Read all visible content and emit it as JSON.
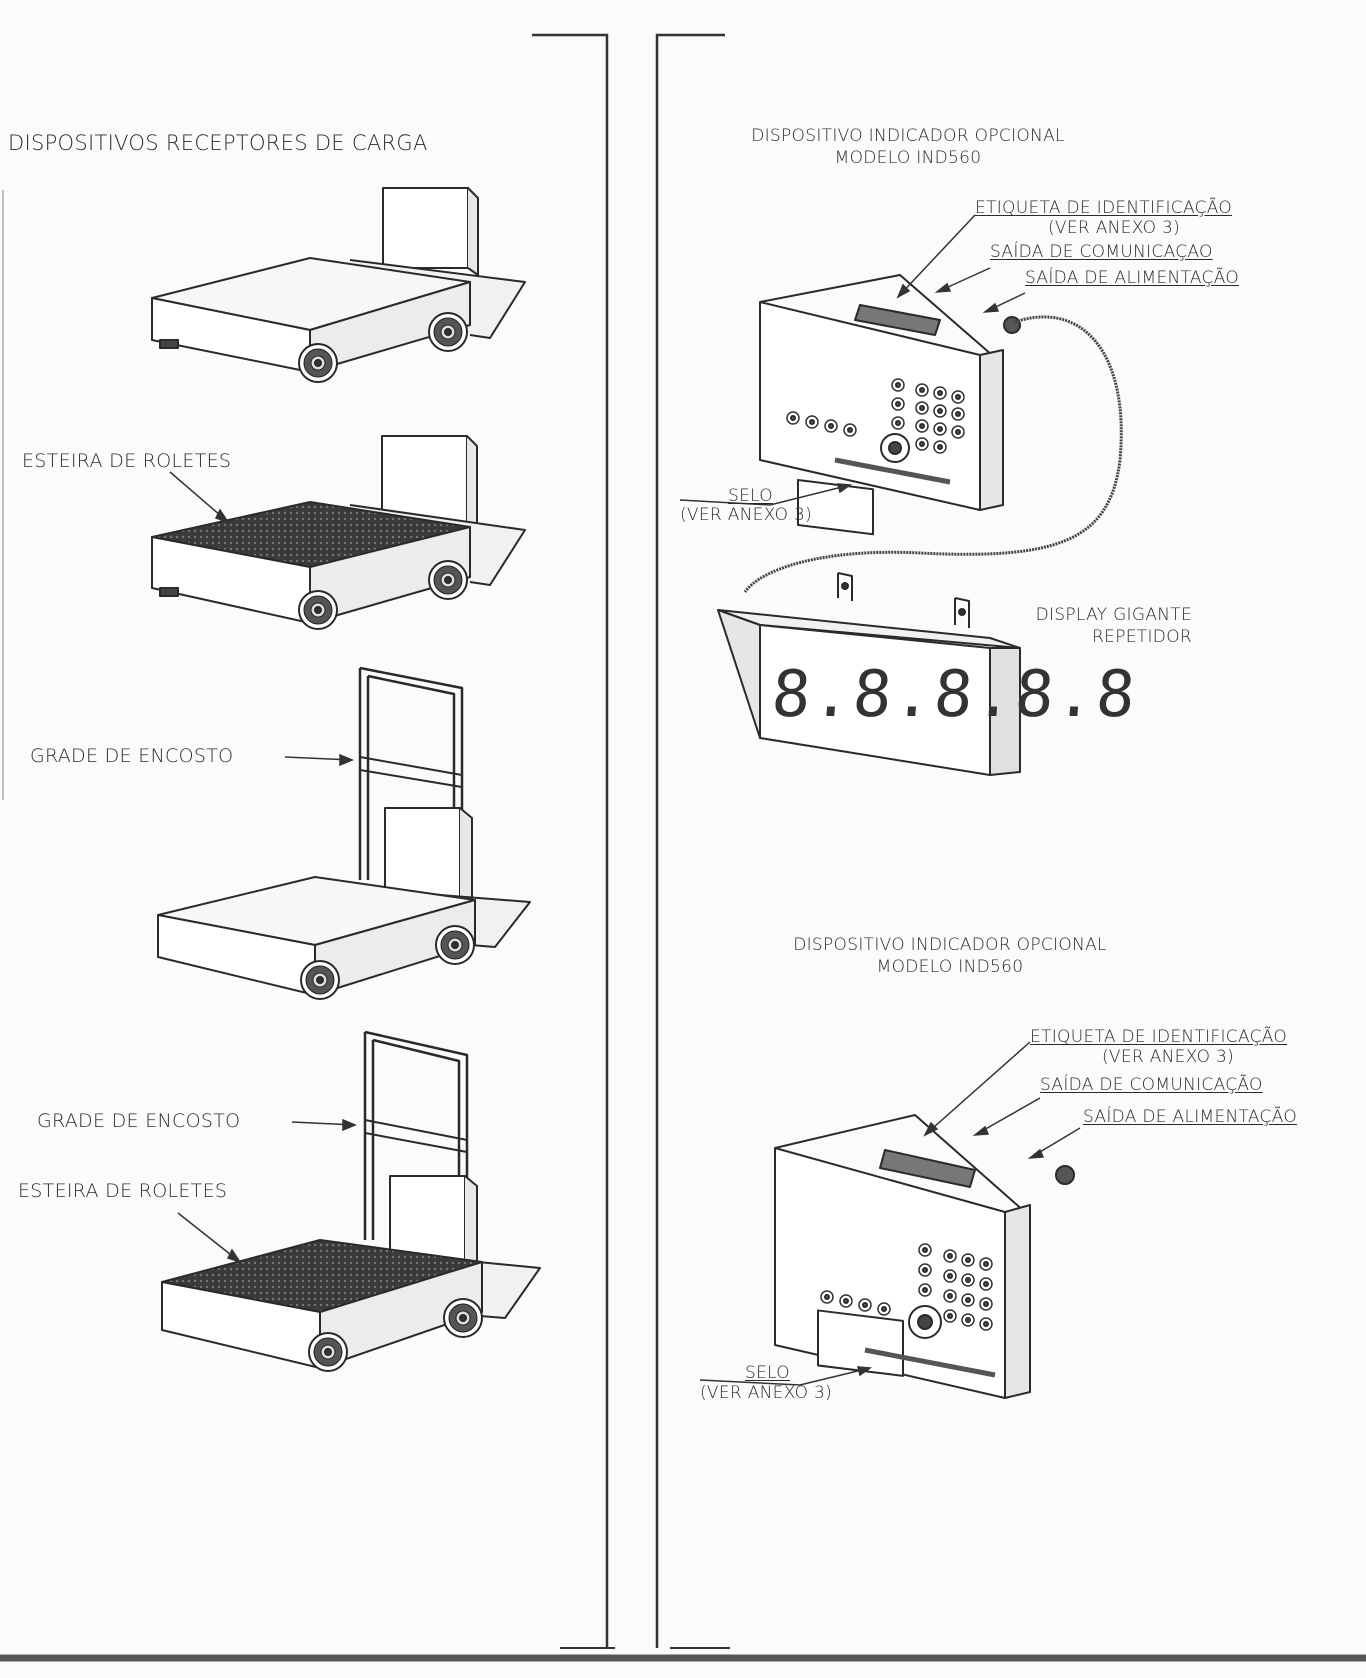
{
  "left": {
    "title": "DISPOSITIVOS RECEPTORES DE CARGA",
    "labels": {
      "esteira1": "ESTEIRA DE ROLETES",
      "grade1": "GRADE DE ENCOSTO",
      "grade2": "GRADE DE ENCOSTO",
      "esteira2": "ESTEIRA DE ROLETES"
    }
  },
  "right": {
    "top": {
      "title_line1": "DISPOSITIVO INDICADOR OPCIONAL",
      "title_line2": "MODELO IND560",
      "etiqueta": "ETIQUETA DE IDENTIFICAÇÃO",
      "etiqueta_ref": "(VER ANEXO 3)",
      "comunicacao": "SAÍDA DE COMUNICAÇAO",
      "alimentacao": "SAÍDA DE ALIMENTAÇÃO",
      "selo": "SELO",
      "selo_ref": "(VER ANEXO 3)",
      "display_line1": "DISPLAY GIGANTE",
      "display_line2": "REPETIDOR",
      "display_digits": "8.8.8.8.8"
    },
    "bottom": {
      "title_line1": "DISPOSITIVO INDICADOR OPCIONAL",
      "title_line2": "MODELO IND560",
      "etiqueta": "ETIQUETA DE IDENTIFICAÇÃO",
      "etiqueta_ref": "(VER ANEXO 3)",
      "comunicacao": "SAÍDA DE COMUNICAÇÃO",
      "alimentacao": "SAÍDA DE ALIMENTAÇÃO",
      "selo": "SELO",
      "selo_ref": "(VER ANEXO 3)"
    }
  }
}
